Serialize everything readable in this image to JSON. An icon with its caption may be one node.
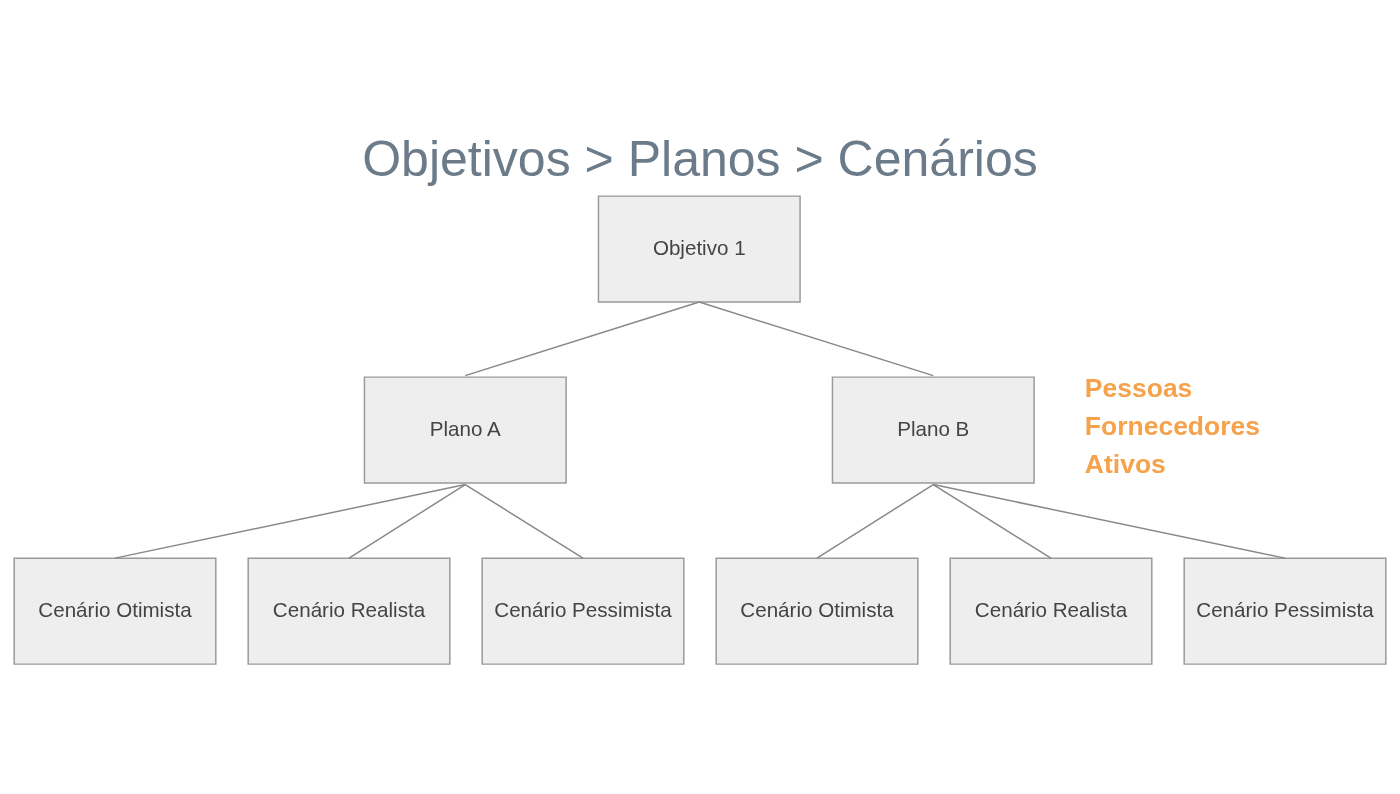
{
  "diagram": {
    "title": "Objetivos > Planos > Cenários",
    "nodes": [
      {
        "text": [
          "Objetivo 1"
        ]
      },
      {
        "text": [
          "Plano A"
        ]
      },
      {
        "text": [
          "Plano B"
        ],
        "beside": [
          "Pessoas",
          "Fornecedores",
          "Ativos"
        ]
      },
      {
        "text": [
          "Cenário Otimista"
        ]
      },
      {
        "text": [
          "Cenário Realista"
        ]
      },
      {
        "text": [
          "Cenário Pessimista"
        ]
      },
      {
        "text": [
          "Cenário Otimista"
        ]
      },
      {
        "text": [
          "Cenário Realista"
        ]
      },
      {
        "text": [
          "Cenário Pessimista"
        ]
      }
    ],
    "edges": [
      {
        "from": 0,
        "to": 1,
        "arrow": "none"
      },
      {
        "from": 0,
        "to": 2,
        "arrow": "none"
      },
      {
        "from": 1,
        "to": 3,
        "arrow": "none"
      },
      {
        "from": 1,
        "to": 4,
        "arrow": "none"
      },
      {
        "from": 1,
        "to": 5,
        "arrow": "none"
      },
      {
        "from": 2,
        "to": 6,
        "arrow": "none"
      },
      {
        "from": 2,
        "to": 7,
        "arrow": "none"
      },
      {
        "from": 2,
        "to": 8,
        "arrow": "none"
      }
    ]
  }
}
